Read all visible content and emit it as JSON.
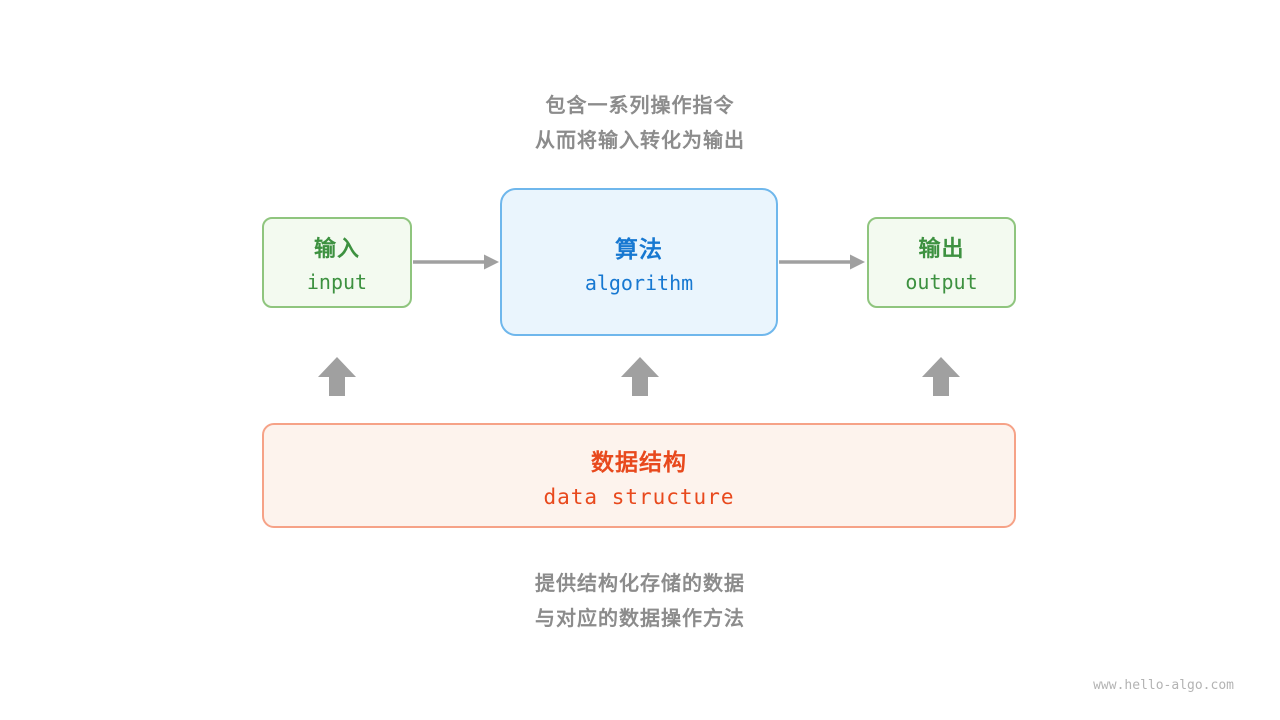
{
  "captions": {
    "top": [
      "包含一系列操作指令",
      "从而将输入转化为输出"
    ],
    "bottom": [
      "提供结构化存储的数据",
      "与对应的数据操作方法"
    ]
  },
  "nodes": {
    "input": {
      "title": "输入",
      "subtitle": "input"
    },
    "algorithm": {
      "title": "算法",
      "subtitle": "algorithm"
    },
    "output": {
      "title": "输出",
      "subtitle": "output"
    },
    "data_structure": {
      "title": "数据结构",
      "subtitle": "data structure"
    }
  },
  "icons": {
    "flow_arrows": [
      "input-to-algorithm-arrow-icon",
      "algorithm-to-output-arrow-icon"
    ],
    "up_arrows": [
      "up-arrow-to-input-icon",
      "up-arrow-to-algorithm-icon",
      "up-arrow-to-output-icon"
    ]
  },
  "watermark": "www.hello-algo.com",
  "colors": {
    "green_text": "#3d9140",
    "green_border": "#8fc57e",
    "green_bg": "#f3faf0",
    "blue_text": "#1778d1",
    "blue_border": "#6fb7ec",
    "blue_bg": "#eaf5fd",
    "orange_text": "#e8491d",
    "orange_border": "#f6a287",
    "orange_bg": "#fdf3ed",
    "gray_text": "#8c8c8c",
    "arrow_gray": "#a0a0a0"
  }
}
